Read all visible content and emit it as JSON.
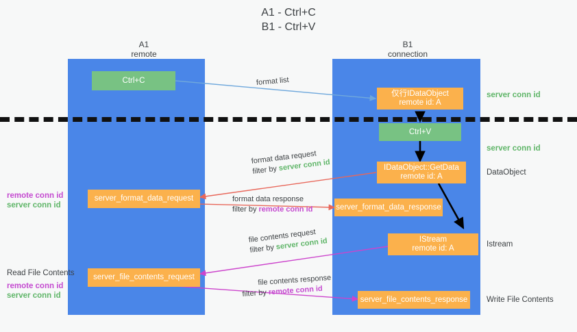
{
  "title": {
    "line1": "A1 - Ctrl+C",
    "line2": "B1 - Ctrl+V"
  },
  "lanes": [
    {
      "name": "A1",
      "role": "remote"
    },
    {
      "name": "B1",
      "role": "connection"
    }
  ],
  "colors": {
    "lane": "#4a86e8",
    "green_box": "#78c283",
    "orange_box": "#fbb14c",
    "server_conn_id": "#5fb568",
    "remote_conn_id": "#c44ad0",
    "arrow_blue": "#6fa8dc",
    "arrow_red": "#e8675a",
    "arrow_magenta": "#cc44cc",
    "arrow_black": "#000000",
    "divider": "#111111"
  },
  "boxes": {
    "ctrl_c": "Ctrl+C",
    "ctrl_v": "Ctrl+V",
    "idataobject": {
      "line1": "仅行IDataObject",
      "line2": "remote id: A"
    },
    "getdata": {
      "line1": "IDataObject::GetData",
      "line2": "remote id: A"
    },
    "istream": {
      "line1": "IStream",
      "line2": "remote id: A"
    },
    "format_data_request": "server_format_data_request",
    "format_data_response": "server_format_data_response",
    "file_contents_request": "server_file_contents_request",
    "file_contents_response": "server_file_contents_response"
  },
  "annotations": {
    "format_list": "format list",
    "format_data_request": {
      "line1": "format data request",
      "filter_prefix": "filter by ",
      "filter_value": "server conn id"
    },
    "format_data_response": {
      "line1": "format data response",
      "filter_prefix": "filter by ",
      "filter_value": "remote conn id"
    },
    "file_contents_request": {
      "line1": "file contents request",
      "filter_prefix": "filter by ",
      "filter_value": "server conn id"
    },
    "file_contents_response": {
      "line1": "file contents response",
      "filter_prefix": "filter by ",
      "filter_value": "remote conn id"
    }
  },
  "left_labels": {
    "format_remote": "remote conn id",
    "format_server": "server conn id",
    "read_file_contents": "Read File Contents",
    "file_remote": "remote conn id",
    "file_server": "server conn id"
  },
  "right_labels": {
    "server_conn_id_top": "server conn id",
    "server_conn_id_mid": "server conn id",
    "dataobject": "DataObject",
    "istream": "Istream",
    "write_file_contents": "Write File Contents"
  }
}
